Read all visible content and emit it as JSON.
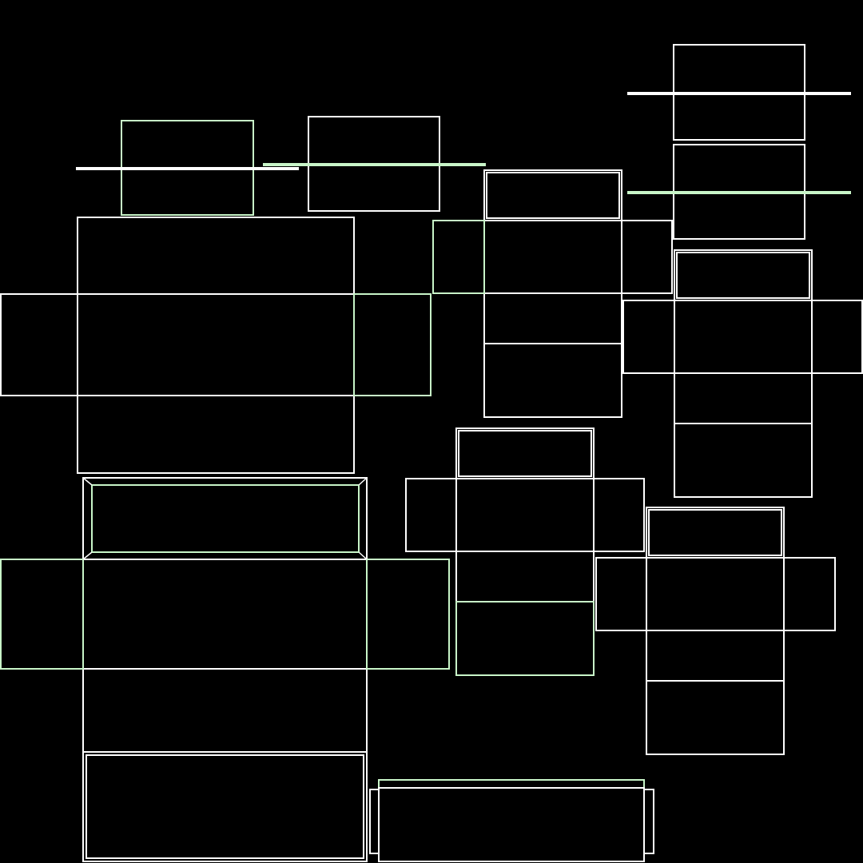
{
  "colors": {
    "background": "#000000",
    "line_primary": "#ffffff",
    "line_secondary": "#c8f5c8"
  },
  "figures": [
    {
      "name": "cross-net-large-top-left",
      "kind": "box-net"
    },
    {
      "name": "cross-net-large-bottom-left",
      "kind": "box-net-with-lid"
    },
    {
      "name": "cross-net-upper-center",
      "kind": "box-net"
    },
    {
      "name": "cross-net-center",
      "kind": "box-net"
    },
    {
      "name": "cross-net-right",
      "kind": "box-net"
    },
    {
      "name": "cross-net-bottom-right",
      "kind": "box-net"
    },
    {
      "name": "t-net-tall-upper-right",
      "kind": "stacked-rectangles"
    },
    {
      "name": "t-net-small-top-left",
      "kind": "rectangle-with-tabs"
    },
    {
      "name": "t-net-small-top-center",
      "kind": "rectangle-with-tabs"
    },
    {
      "name": "flat-net-bottom-center",
      "kind": "rectangle-with-side-tabs"
    }
  ]
}
